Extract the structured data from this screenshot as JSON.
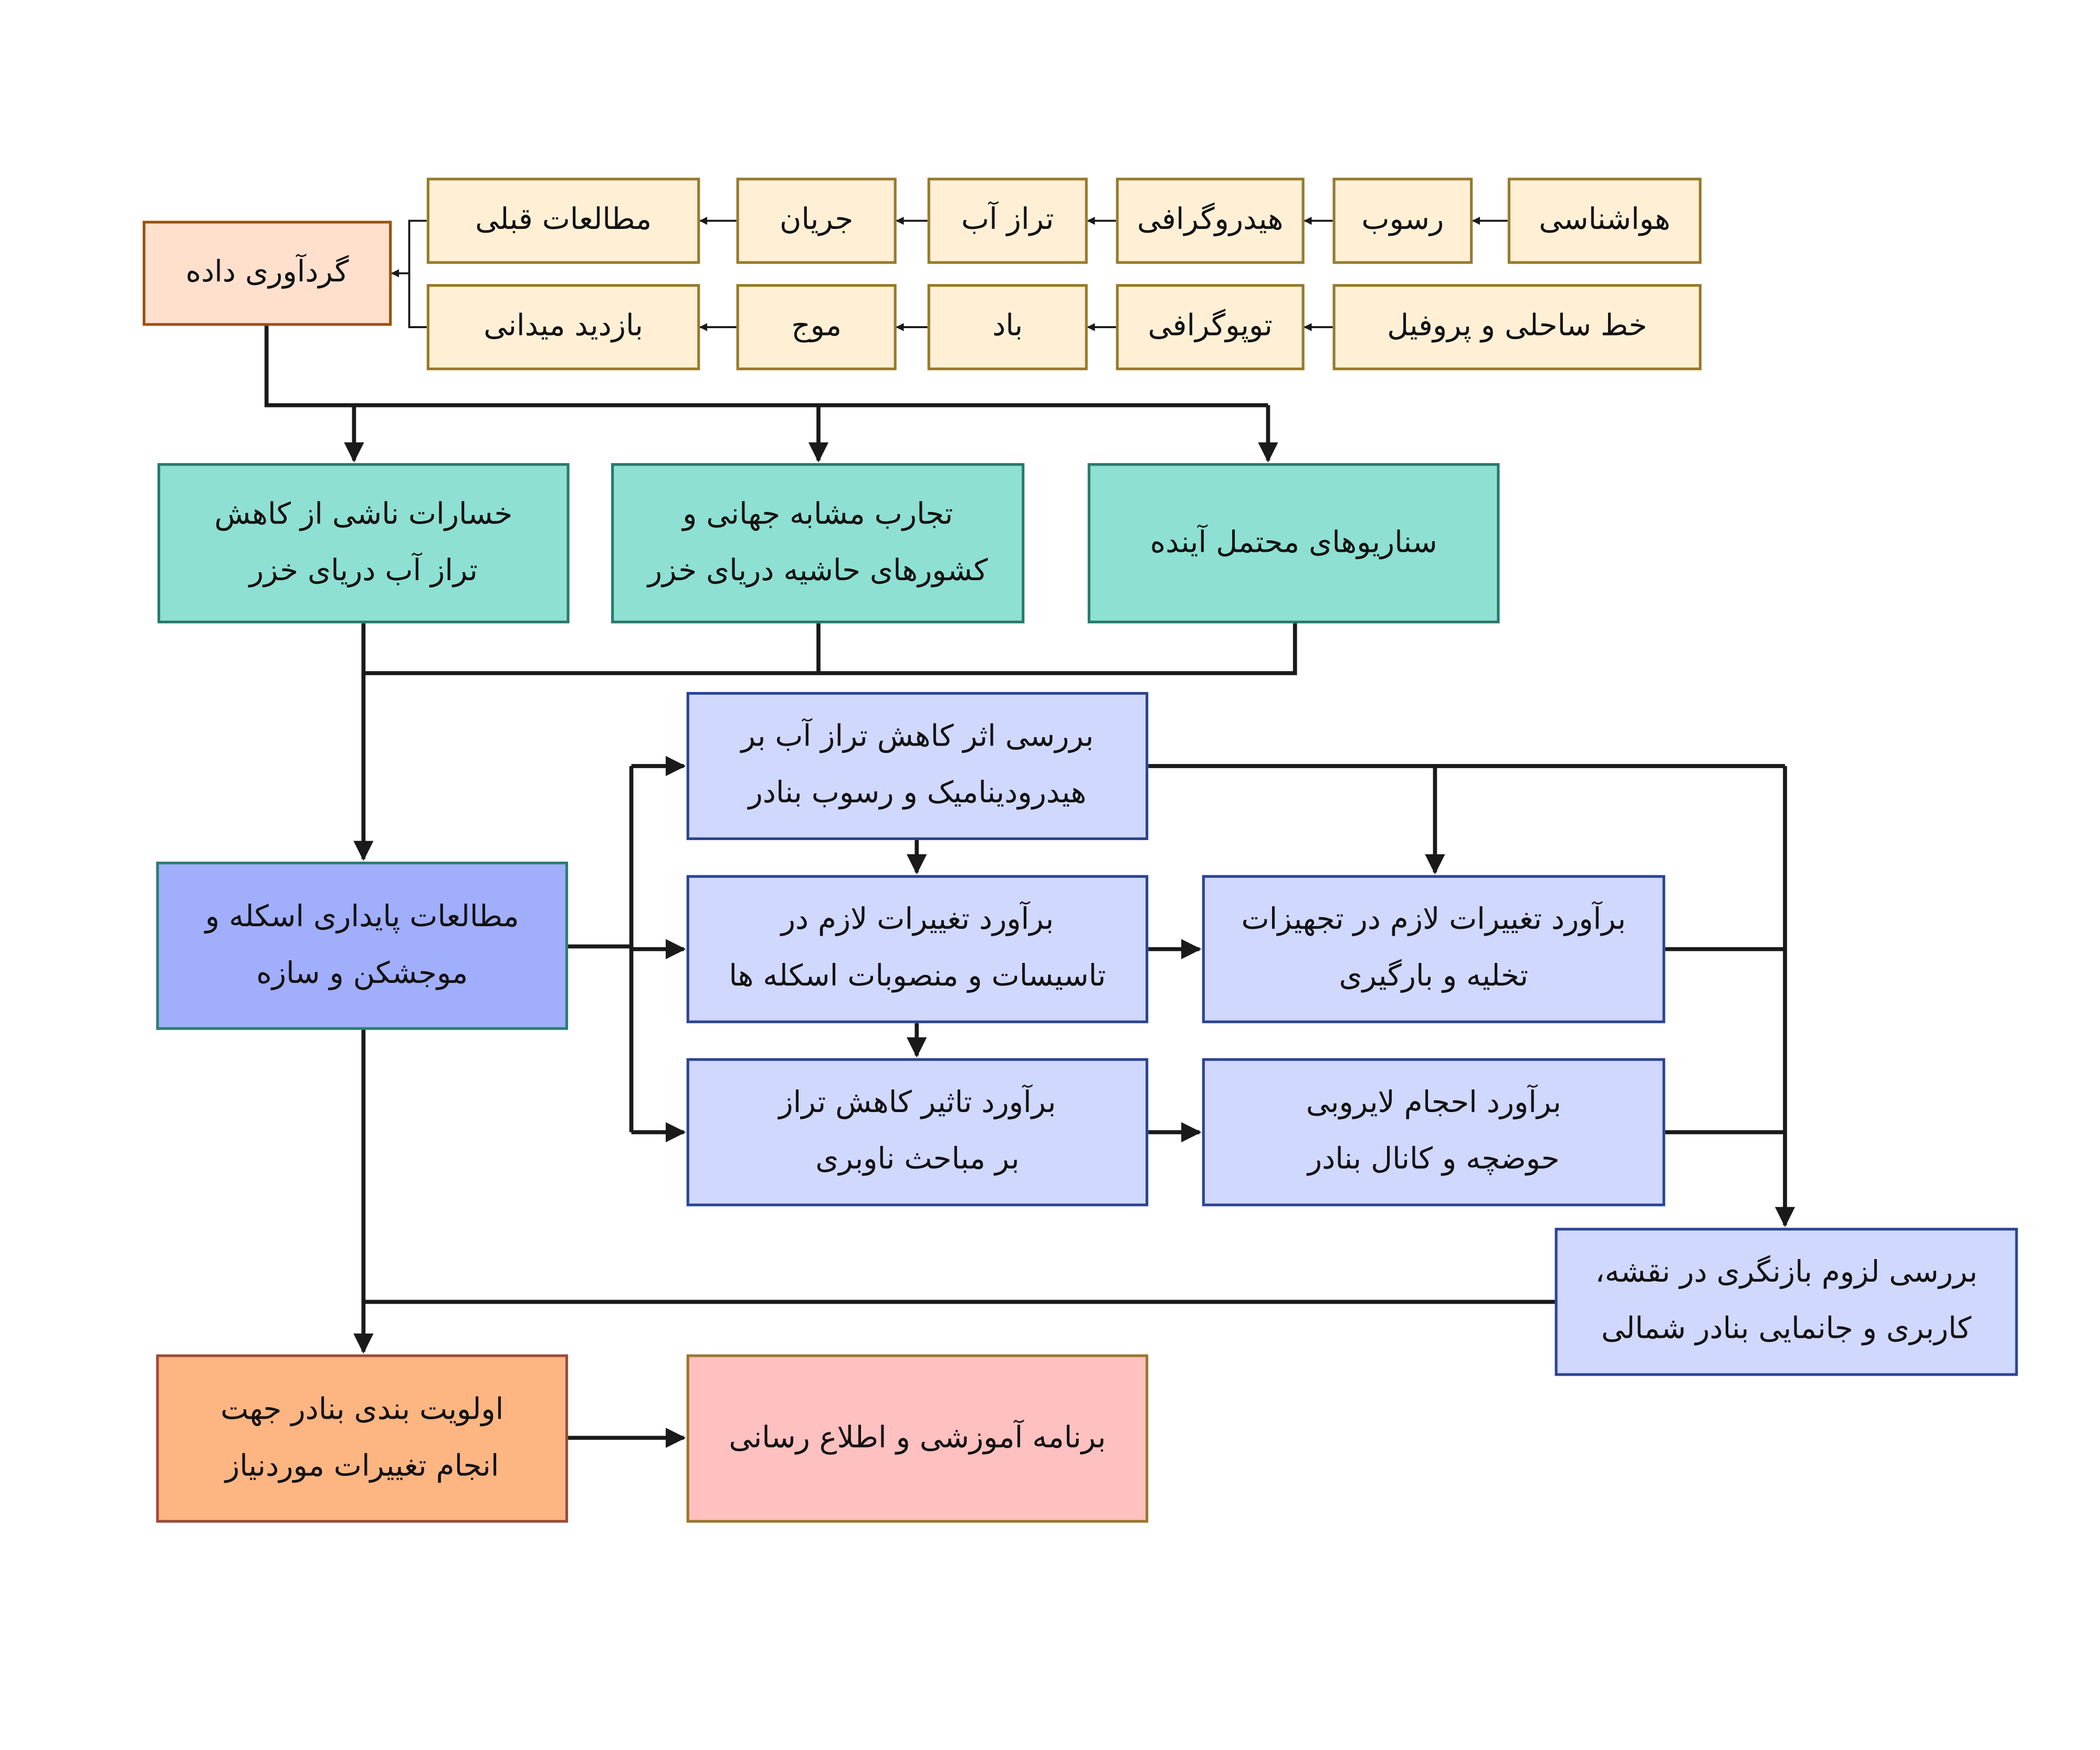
{
  "sources_row1": [
    "هواشناسی",
    "رسوب",
    "هیدروگرافی",
    "تراز آب",
    "جریان",
    "مطالعات قبلی"
  ],
  "sources_row2": [
    "خط ساحلی و پروفیل",
    "توپوگرافی",
    "باد",
    "موج",
    "بازدید میدانی"
  ],
  "data_collection": "گردآوری داده",
  "analysis": {
    "losses": [
      "خسارات ناشی از کاهش",
      "تراز آب دریای خزر"
    ],
    "global_experience": [
      "تجارب مشابه جهانی و",
      "کشورهای حاشیه دریای خزر"
    ],
    "scenarios": "سناریوهای محتمل آینده"
  },
  "stability_studies": [
    "مطالعات پایداری اسکله و",
    "موجشکن و سازه"
  ],
  "hydrodynamic_review": [
    "بررسی اثر کاهش تراز آب بر",
    "هیدرودینامیک و رسوب بنادر"
  ],
  "facility_changes": [
    "برآورد تغییرات لازم در",
    "تاسیسات و منصوبات اسکله ها"
  ],
  "equipment_changes": [
    "برآورد تغییرات لازم در تجهیزات",
    "تخلیه و بارگیری"
  ],
  "navigation_impact": [
    "برآورد تاثیر کاهش تراز",
    "بر مباحث ناوبری"
  ],
  "dredging_volume": [
    "برآورد احجام لایروبی",
    "حوضچه و کانال بنادر"
  ],
  "map_review": [
    "بررسی لزوم بازنگری در نقشه،",
    "کاربری و جانمایی بنادر شمالی"
  ],
  "prioritization": [
    "اولویت بندی بنادر جهت",
    "انجام تغییرات موردنیاز"
  ],
  "education": "برنامه آموزشی و اطلاع رسانی"
}
